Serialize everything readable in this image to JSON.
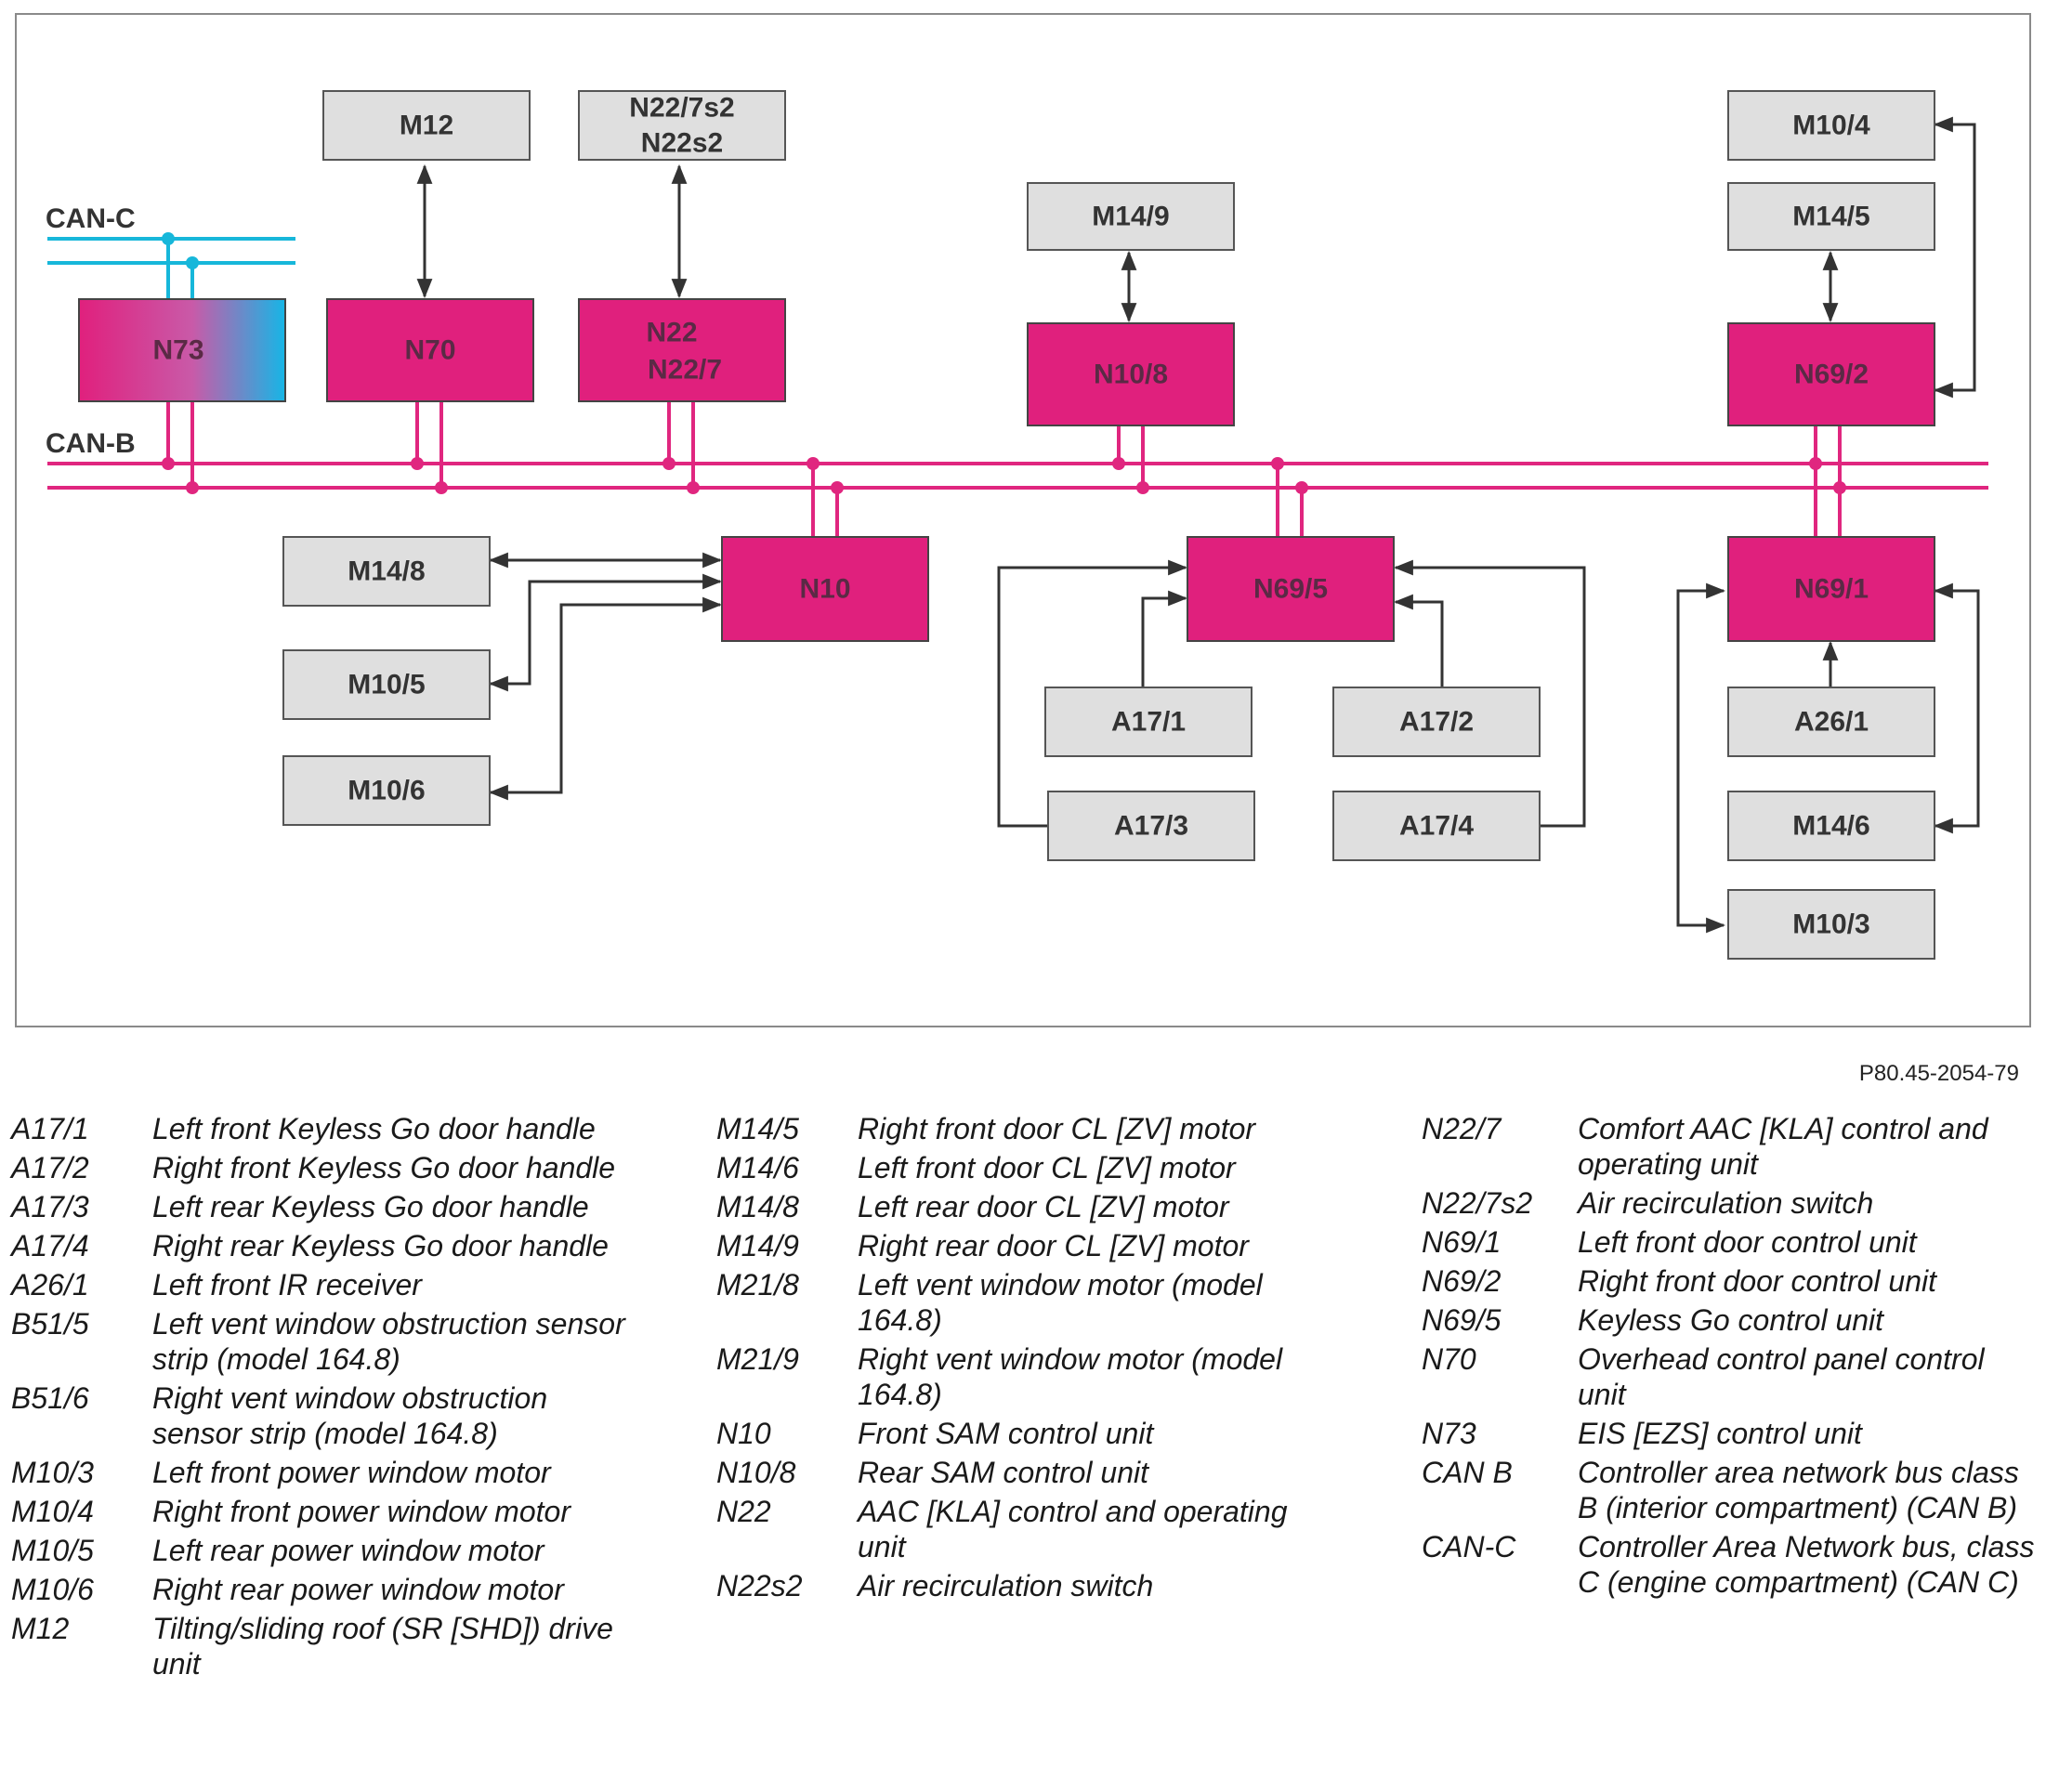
{
  "colors": {
    "can_b": "#e0267f",
    "can_c": "#17b7da",
    "control_unit_fill": "#e0207d",
    "component_fill": "#dfdfdf",
    "arrow": "#333333"
  },
  "bus_labels": {
    "can_c": "CAN-C",
    "can_b": "CAN-B"
  },
  "nodes": {
    "m12": "M12",
    "n22_7s2": "N22/7s2",
    "n22s2": "N22s2",
    "m14_9": "M14/9",
    "m10_4": "M10/4",
    "m14_5": "M14/5",
    "n73": "N73",
    "n70": "N70",
    "n22": "N22",
    "n22_7": "N22/7",
    "n10_8": "N10/8",
    "n69_2": "N69/2",
    "m14_8": "M14/8",
    "n10": "N10",
    "n69_5": "N69/5",
    "n69_1": "N69/1",
    "m10_5": "M10/5",
    "m10_6": "M10/6",
    "a17_1": "A17/1",
    "a17_2": "A17/2",
    "a26_1": "A26/1",
    "a17_3": "A17/3",
    "a17_4": "A17/4",
    "m14_6": "M14/6",
    "m10_3": "M10/3"
  },
  "figure_id": "P80.45-2054-79",
  "legend": {
    "col1": [
      {
        "code": "A17/1",
        "desc": "Left front Keyless Go door handle"
      },
      {
        "code": "A17/2",
        "desc": "Right front Keyless Go door handle"
      },
      {
        "code": "A17/3",
        "desc": "Left rear Keyless Go door handle"
      },
      {
        "code": "A17/4",
        "desc": "Right rear Keyless Go door handle"
      },
      {
        "code": "A26/1",
        "desc": "Left front IR receiver"
      },
      {
        "code": "B51/5",
        "desc": "Left vent window obstruction sensor strip (model 164.8)"
      },
      {
        "code": "B51/6",
        "desc": "Right vent window obstruction sensor strip (model 164.8)"
      },
      {
        "code": "M10/3",
        "desc": "Left front power window motor"
      },
      {
        "code": "M10/4",
        "desc": "Right front power window motor"
      },
      {
        "code": "M10/5",
        "desc": "Left rear power window motor"
      },
      {
        "code": "M10/6",
        "desc": "Right rear power window motor"
      },
      {
        "code": "M12",
        "desc": "Tilting/sliding roof (SR [SHD]) drive unit"
      }
    ],
    "col2": [
      {
        "code": "M14/5",
        "desc": "Right front door CL [ZV] motor"
      },
      {
        "code": "M14/6",
        "desc": "Left front door CL [ZV] motor"
      },
      {
        "code": "M14/8",
        "desc": "Left rear door CL [ZV] motor"
      },
      {
        "code": "M14/9",
        "desc": "Right rear door CL [ZV] motor"
      },
      {
        "code": "M21/8",
        "desc": "Left vent window motor (model 164.8)"
      },
      {
        "code": "M21/9",
        "desc": "Right vent window motor (model 164.8)"
      },
      {
        "code": "N10",
        "desc": "Front SAM control unit"
      },
      {
        "code": "N10/8",
        "desc": "Rear SAM control unit"
      },
      {
        "code": "N22",
        "desc": "AAC [KLA] control and operating unit"
      },
      {
        "code": "N22s2",
        "desc": "Air recirculation switch"
      }
    ],
    "col3": [
      {
        "code": "N22/7",
        "desc": "Comfort AAC [KLA] control and operating unit"
      },
      {
        "code": "N22/7s2",
        "desc": "Air recirculation switch"
      },
      {
        "code": "N69/1",
        "desc": "Left front door control unit"
      },
      {
        "code": "N69/2",
        "desc": "Right front door control unit"
      },
      {
        "code": "N69/5",
        "desc": "Keyless Go control unit"
      },
      {
        "code": "N70",
        "desc": "Overhead control panel control unit"
      },
      {
        "code": "N73",
        "desc": "EIS [EZS] control unit"
      },
      {
        "code": "CAN B",
        "desc": "Controller area network bus class B (interior compartment) (CAN B)"
      },
      {
        "code": "CAN-C",
        "desc": "Controller Area Network bus, class C (engine compartment) (CAN C)"
      }
    ]
  }
}
